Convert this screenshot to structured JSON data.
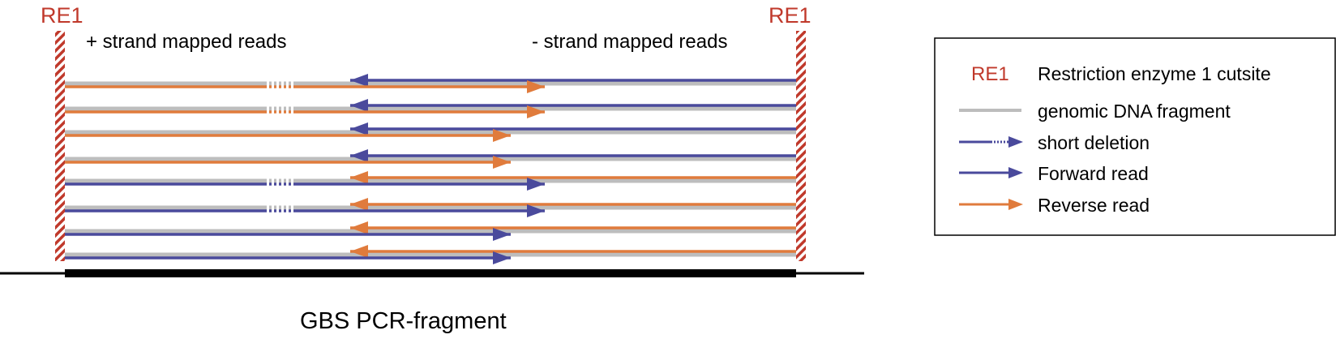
{
  "labels": {
    "re1_left": "RE1",
    "re1_right": "RE1",
    "plus_strand": "+ strand mapped reads",
    "minus_strand": "- strand mapped reads",
    "fragment": "GBS PCR-fragment"
  },
  "legend": {
    "items": [
      {
        "symbol": "text",
        "symbol_text": "RE1",
        "label": "Restriction enzyme 1 cutsite"
      },
      {
        "symbol": "gray-line",
        "label": "genomic DNA fragment"
      },
      {
        "symbol": "dotted-arrow",
        "label": "short deletion"
      },
      {
        "symbol": "blue-arrow",
        "label": "Forward read"
      },
      {
        "symbol": "orange-arrow",
        "label": "Reverse read"
      }
    ]
  },
  "rows": [
    {
      "plus_read": "reverse",
      "plus_deletion": true,
      "plus_length": "long",
      "minus_read": "forward"
    },
    {
      "plus_read": "reverse",
      "plus_deletion": true,
      "plus_length": "long",
      "minus_read": "forward"
    },
    {
      "plus_read": "reverse",
      "plus_deletion": false,
      "plus_length": "short",
      "minus_read": "forward"
    },
    {
      "plus_read": "reverse",
      "plus_deletion": false,
      "plus_length": "short",
      "minus_read": "forward"
    },
    {
      "plus_read": "forward",
      "plus_deletion": true,
      "plus_length": "long",
      "minus_read": "reverse"
    },
    {
      "plus_read": "forward",
      "plus_deletion": true,
      "plus_length": "long",
      "minus_read": "reverse"
    },
    {
      "plus_read": "forward",
      "plus_deletion": false,
      "plus_length": "short",
      "minus_read": "reverse"
    },
    {
      "plus_read": "forward",
      "plus_deletion": false,
      "plus_length": "short",
      "minus_read": "reverse"
    }
  ],
  "colors": {
    "forward": "#4a4a9c",
    "reverse": "#e07b3c",
    "genomic": "#bdbdbd",
    "re1": "#c0392b",
    "fragment": "#000000"
  }
}
